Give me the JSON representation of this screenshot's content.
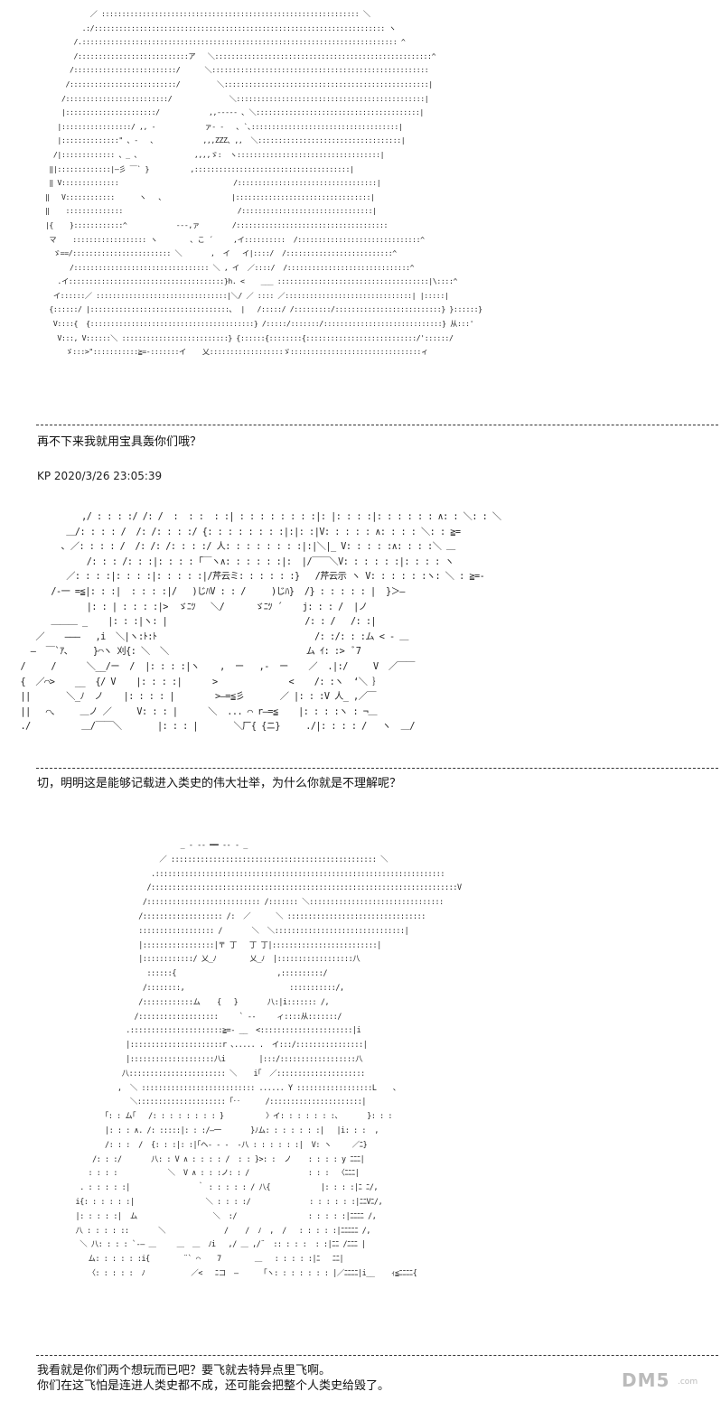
{
  "art_block_1": [
    "                      ／ ::::::::::::::::::::::::::::::::::::::::::::::::::::::::::::::: ＼",
    "                    .:/::::::::::::::::::::::::::::::::::::::::::::::::::::::::::::::::::::::: ヽ",
    "                  /.::::::::::::::::::::::::::::::::::::::::::::::::::::::::::::::::::::::::::::: ^",
    "                  /:::::::::::::::::::::::::::ア   ＼:::::::::::::::::::::::::::::::::::::::::::::::::::::^",
    "                 /:::::::::::::::::::::::::/      ＼:::::::::::::::::::::::::::::::::::::::::::::::::::::",
    "                /::::::::::::::::::::::::::/         ＼::::::::::::::::::::::::::::::::::::::::::::::::::|",
    "               /:::::::::::::::::::::::::/              ＼::::::::::::::::::::::::::::::::::::::::::::::|",
    "               |::::::::::::::::::::::/            ,,--‐‐‐ ､ ＼::::::::::::::::::::::::::::::::::::::::|",
    "              |:::::::::::::::::/ ,, -            ァ‐ -   ､ `､::::::::::::::::::::::::::::::::::::|",
    "              |::::::::::::::\" 、-   ､            ,,,ZZZ、,,  ＼:::::::::::::::::::::::::::::::::::|",
    "             /|::::::::::::: 、_ 、             ,,,,ゞ:  ヽ:::::::::::::::::::::::::::::::::::|",
    "            ‖|:::::::::::::|―彡 ￣` }          ,::::::::::::::::::::::::::::::::::::::|",
    "            ‖ V::::::::::::::                            /::::::::::::::::::::::::::::::::::|",
    "           ‖   V::::::::::::      ヽ   ､                 |:::::::::::::::::::::::::::::::::|",
    "           ‖    ::::::::::::::                            /::::::::::::::::::::::::::::::::|",
    "           |{    }::::::::::::^            -‐‐,ァ        /:::::::::::::::::::::::::::::::::::::",
    "            マ    :::::::::::::::::: ヽ        ､ こ ´     ,イ::::::::::  /::::::::::::::::::::::::::::::^",
    "             ゞ==/:::::::::::::::::::::::: ＼       ,  イ   イ|::::/  /::::::::::::::::::::::::::^",
    "                 /::::::::::::::::::::::::::::::::: ＼ , イ  ／::::/  /::::::::::::::::::::::::::::::^",
    "              .イ::::::::::::::::::::::::::::::::::::::}h. <    ___ :::::::::::::::::::::::::::::::::::::|\\::::^",
    "             イ::::::／ ::::::::::::::::::::::::::::::::|＼/ ／ :::: ／:::::::::::::::::::::::::::::::| |:::::|",
    "            {::::::/ |::::::::::::::::::::::::::::::::::､  |   /:::::/ /:::::::::/::::::::::::::::::::::::::} }::::::}",
    "             V::::{  {::::::::::::::::::::::::::::::::::::::::} /:::::/:::::::/:::::::::::::::::::::::::::::} 从:::'",
    "              V:::, V::::::＼ ::::::::::::::::::::::::::} {::::::{::::::::{:::::::::::::::::::::::::::/'::::::/",
    "                ゞ:::>\":::::::::::≧=-:::::::イ    乂::::::::::::::::::ゞ::::::::::::::::::::::::::::::::ィ"
  ],
  "dialog_line_1": "再不下来我就用宝具轰你们哦？",
  "meta_line": "KP 2020/3/26 23:05:39",
  "art_block_2": [
    "                ,/ : : : :/ /: /  :  : :  : :| : : : : : : : :|: |: : : :|: : : : : : ∧: : ＼: : ＼",
    "             ＿/: : : : /  /: /: : : :/ {: : : : : : : :|:|: :|V: : : : : ∧: : : : ＼: : ≧=",
    "            ､ ／: : : : /  /: /: /: : : :/ 人: : : : : : : :|:|＼|_ V: : : : :∧: : : :＼ ＿",
    "                 /: : : /: : :|: : : : ｢￣ヽ∧: : : : : :|:  |/￣￣＼V: : : : : :|: : : : ヽ",
    "             ／: : : :|: : : :|: : : : :|/芹云ミ: : : : : :}   /芹云示 ヽ V: : : : : :ヽ: ＼ : ≧=-",
    "          /‐一 =≦|: : :|  : : : :|/   )じﾊV : : /     )じﾊ}  /} : : : : : |  }＞―",
    "                 |: : | : : : :|>  ゞﾆﾂ   ＼/      ゞﾆﾂ ´    j: : : /  |ノ",
    "          ＿＿＿ _    |: : :|ヽ: |                           /: : /   /: :|",
    "       ／    ―――   ,i  ＼|ヽ:ﾄ:ﾄ                               /: :/: : :ム < ‐ ＿",
    "      ―  ￣`ｱ、    }⌒ヽ 刈{: ＼  ＼                           ム ｲ: :>  ﾞ7",
    "    /     /      ＼__/ー  /  |: : : :|ヽ    ,  ー   ,‐  ー    ／  .|:/     V  ／￣￣",
    "    {  ／⌒>    __  {/ V    |: : : :|      >              <    /: :ヽ  ‘＼ ｝",
    "    ||       ＼_ﾉ  ノ    |: : : : |        >―=≦彡       ／ |: : :V 人_ ,／￣",
    "    ||   ⌒、    ＿ノ ／     V: : : |      ＼  ... ⌒ r―=≦    |: : : :ヽ : ¬＿",
    "    ./          ＿/￣￣＼       |: : : |       ＼厂{ {ニ}     ./|: : : : /   ヽ  ＿/"
  ],
  "dialog_line_2": "切，明明这是能够记载进入类史的伟大壮举，为什么你就是不理解呢？",
  "art_block_3": [
    "                                           _ - ‐‐ ━━ ‐‐ - _",
    "                                      ／ ::::::::::::::::::::::::::::::::::::::::::::::::: ＼",
    "                                    .:::::::::::::::::::::::::::::::::::::::::::::::::::::::::::::::::::::",
    "                                   /:::::::::::::::::::::::::::::::::::::::::::::::::::::::::::::::::::::::::V",
    "                                  /::::::::::::::::::::::::::: /::::::: ＼::::::::::::::::::::::::::::::::",
    "                                 /::::::::::::::::::: /:  ／      ＼ :::::::::::::::::::::::::::::::::",
    "                                 :::::::::::::::::: /       ＼  ＼:::::::::::::::::::::::::::::::|",
    "                                 |:::::::::::::::::|〒 丁   丁 丁|:::::::::::::::::::::::::|",
    "                                 |::::::::::::/ 乂_ﾉ        乂_ﾉ  |::::::::::::::::::八",
    "                                   ::::::{                        ,::::::::::/",
    "                                  /::::::::,                         :::::::::::/,",
    "                                 /::::::::::::ム    {   }       八:|i::::::: /,",
    "                                /:::::::::::::::::::     ` ‐‐     ィ::::从:::::::/",
    "                              .::::::::::::::::::::::≧=- __  <::::::::::::::::::::::|i",
    "                              |::::::::::::::::::::::r ､..... .  イ:::/::::::::::::::::|",
    "                              |::::::::::::::::::::八i        |:::/::::::::::::::::::八",
    "                             八::::::::::::::::::::::: ＼    i｢  ／:::::::::::::::::::::",
    "                            ,  ＼ ::::::::::::::::::::::::::: ...... Y ::::::::::::::::::L    ､",
    "                               ＼::::::::::::::::::::: ｢‥      /::::::::::::::::::::::|",
    "                         ｢: : ム｢   /: : : : : : : : }          〉イ: : : : : : :、      }: : :",
    "                         |: : : ∧. /: :::::|: : :/―一       }ﾉム: : : : : : :|   |i: : :  ,",
    "                         /: : :  /  {: : :|: :|｢ヘ‐ ‐ ‐  ‐八 : : : : : :|  V: ヽ     ／ﾆ}",
    "                      /: : :/       八: : V ∧ : : : : /  : : }>: :  ノ    : : : : y ﾆﾆﾆ|",
    "                     : : : :            ＼  V ∧ : : :ノ: : /              : : :  〈ﾆﾆﾆ|",
    "                   . : : : : :|                ｀ : : : : : / 八{            |: : : :|ﾆ ﾆ/,",
    "                  i{: : : : : :|                 ＼ : : : :/              : : : : : :|ﾆﾆVﾆ/,",
    "                  |: : : : :|  ム                  ＼  :/                 : : : : :|ﾆﾆﾆﾆ /,",
    "                  八 : : : : ::       ＼              /    /  ﾉ  ,  /   : : : : :|ﾆﾆﾆﾆﾆ /,",
    "                   ＼ 八: : : : `‐― ＿     ＿  ＿  ﾉi   ,/ ＿ ,/¨  :: : : :  : :|ﾆﾆ /ﾆﾆﾆ |",
    "                     ム: : : : : :i{        ¨` ⌒    7        ＿   : : : : :|ﾆ   ﾆﾆ|",
    "                     〈: : : : :  ﾉ           ／<   ﾆコ  ―      ｢ヽ: : : : : : : |／ﾆﾆﾆﾆ|i__    ｨ≦ﾆﾆﾆﾆ{"
  ],
  "dialog_line_3": "我看就是你们两个想玩而已吧？要飞就去特异点里飞啊。",
  "dialog_line_4": "你们在这飞怕是连进人类史都不成，还可能会把整个人类史给毁了。",
  "watermark": {
    "text": "DM5",
    "sub": ".com"
  },
  "colors": {
    "background": "#ffffff",
    "text": "#111111",
    "watermark": "#bbbbbb"
  }
}
